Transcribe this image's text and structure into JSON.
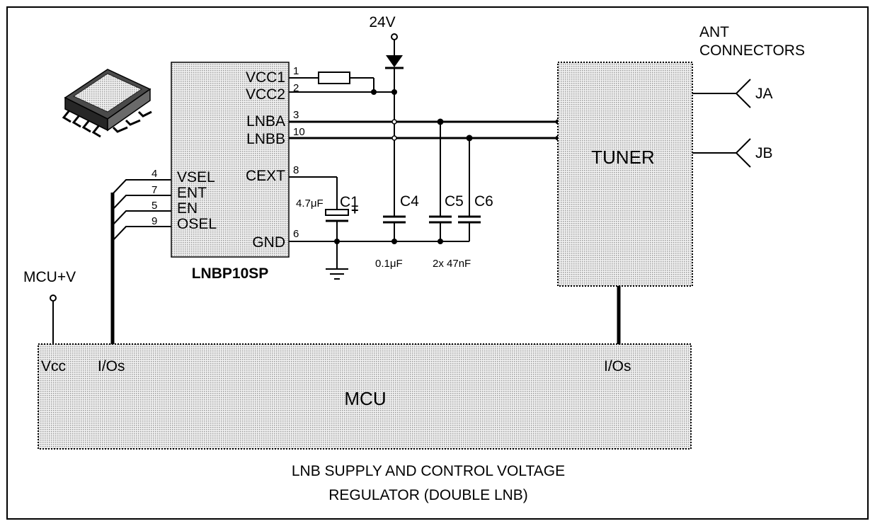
{
  "caption": {
    "line1": "LNB SUPPLY AND CONTROL VOLTAGE",
    "line2": "REGULATOR (DOUBLE  LNB)"
  },
  "ic": {
    "part_name": "LNBP10SP",
    "pins": {
      "vcc1": {
        "name": "VCC1",
        "number": "1"
      },
      "vcc2": {
        "name": "VCC2",
        "number": "2"
      },
      "lnba": {
        "name": "LNBA",
        "number": "3"
      },
      "lnbb": {
        "name": "LNBB",
        "number": "10"
      },
      "cext": {
        "name": "CEXT",
        "number": "8"
      },
      "gnd": {
        "name": "GND",
        "number": "6"
      },
      "vsel": {
        "name": "VSEL",
        "number": "4"
      },
      "ent": {
        "name": "ENT",
        "number": "7"
      },
      "en": {
        "name": "EN",
        "number": "5"
      },
      "osel": {
        "name": "OSEL",
        "number": "9"
      }
    }
  },
  "supply": {
    "label": "24V"
  },
  "mcu_supply": {
    "label": "MCU+V"
  },
  "capacitors": {
    "c1": {
      "name": "C1",
      "value": "4.7μF"
    },
    "c4": {
      "name": "C4",
      "value": "0.1μF"
    },
    "c5": {
      "name": "C5"
    },
    "c6": {
      "name": "C6"
    },
    "c5_c6_value": "2x 47nF"
  },
  "tuner": {
    "label": "TUNER"
  },
  "antenna": {
    "header_line1": "ANT",
    "header_line2": "CONNECTORS",
    "ja": "JA",
    "jb": "JB"
  },
  "mcu": {
    "label": "MCU",
    "vcc_label": "Vcc",
    "ios_left": "I/Os",
    "ios_right": "I/Os"
  },
  "colors": {
    "line": "#000000",
    "block_fill": "#e6e6e6",
    "background": "#ffffff"
  }
}
